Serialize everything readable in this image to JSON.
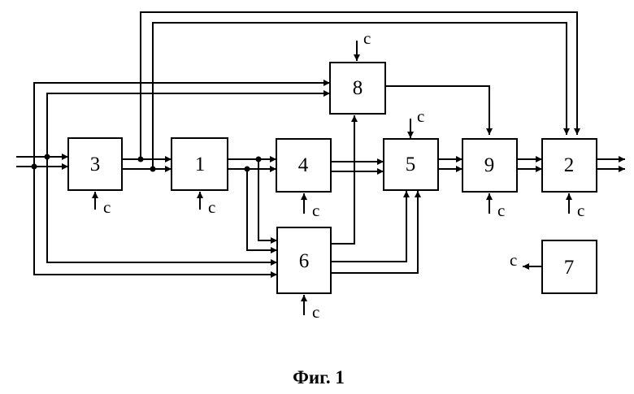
{
  "diagram": {
    "caption": "Фиг. 1",
    "clock_label": "c",
    "blocks": [
      {
        "id": "b3",
        "label": "3"
      },
      {
        "id": "b1",
        "label": "1"
      },
      {
        "id": "b4",
        "label": "4"
      },
      {
        "id": "b8",
        "label": "8"
      },
      {
        "id": "b5",
        "label": "5"
      },
      {
        "id": "b9",
        "label": "9"
      },
      {
        "id": "b2",
        "label": "2"
      },
      {
        "id": "b6",
        "label": "6"
      },
      {
        "id": "b7",
        "label": "7"
      }
    ]
  }
}
